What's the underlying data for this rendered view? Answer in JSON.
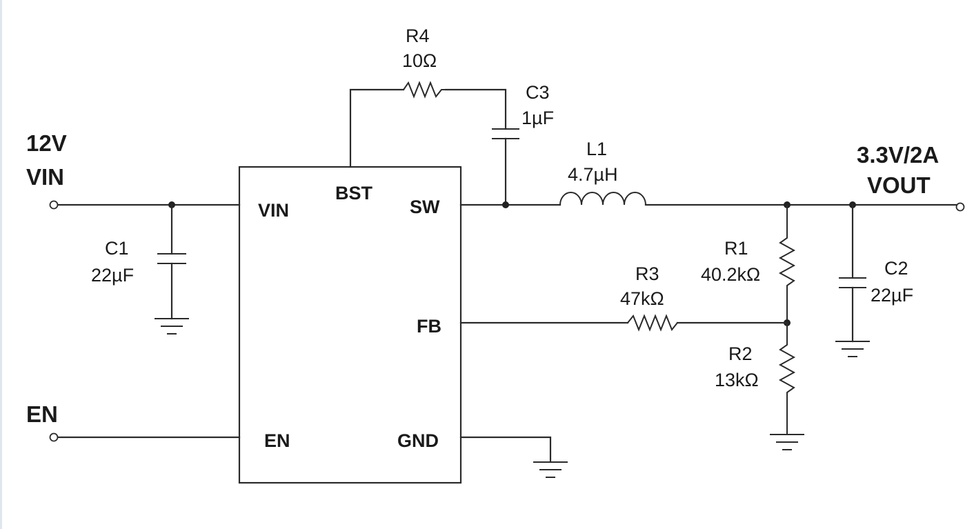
{
  "input": {
    "voltage": "12V",
    "name": "VIN"
  },
  "enable": {
    "name": "EN"
  },
  "output": {
    "rating": "3.3V/2A",
    "name": "VOUT"
  },
  "ic_pins": {
    "vin": "VIN",
    "bst": "BST",
    "sw": "SW",
    "fb": "FB",
    "en": "EN",
    "gnd": "GND"
  },
  "components": {
    "r4": {
      "ref": "R4",
      "value": "10Ω"
    },
    "c3": {
      "ref": "C3",
      "value": "1µF"
    },
    "l1": {
      "ref": "L1",
      "value": "4.7µH"
    },
    "c1": {
      "ref": "C1",
      "value": "22µF"
    },
    "c2": {
      "ref": "C2",
      "value": "22µF"
    },
    "r1": {
      "ref": "R1",
      "value": "40.2kΩ"
    },
    "r2": {
      "ref": "R2",
      "value": "13kΩ"
    },
    "r3": {
      "ref": "R3",
      "value": "47kΩ"
    }
  }
}
